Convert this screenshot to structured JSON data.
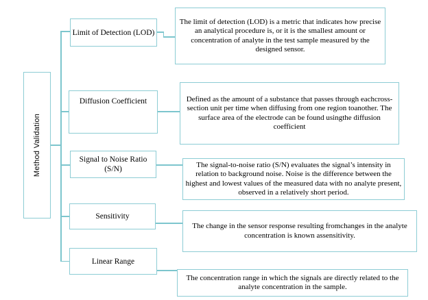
{
  "diagram": {
    "root": {
      "label": "Method Validation"
    },
    "branches": [
      {
        "label": "Limit of Detection (LOD)",
        "description": "The limit of detection (LOD) is a metric that indicates how precise an analytical procedure is, or it is the smallest amount or concentration of analyte in the test sample measured by the designed sensor."
      },
      {
        "label": "Diffusion Coefficient",
        "description": "Defined as the amount of a substance that passes through eachcross-section unit per time when diffusing from one region toanother. The surface area of the electrode can be found usingthe diffusion coefficient"
      },
      {
        "label": "Signal to Noise Ratio (S/N)",
        "description": "The signal-to-noise ratio (S/N) evaluates the signal’s intensity in relation to background noise. Noise is the difference between the highest and lowest values of the measured data with no analyte present, observed in a relatively short period."
      },
      {
        "label": "Sensitivity",
        "description": "The change in the sensor response resulting fromchanges in the analyte concentration is known assensitivity."
      },
      {
        "label": "Linear Range",
        "description": "The concentration range in which the signals are directly related to the analyte concentration in the sample."
      }
    ],
    "colors": {
      "box_border": "#8cccd4",
      "connector": "#7cc5cd",
      "text": "#000000",
      "background": "#ffffff"
    }
  }
}
